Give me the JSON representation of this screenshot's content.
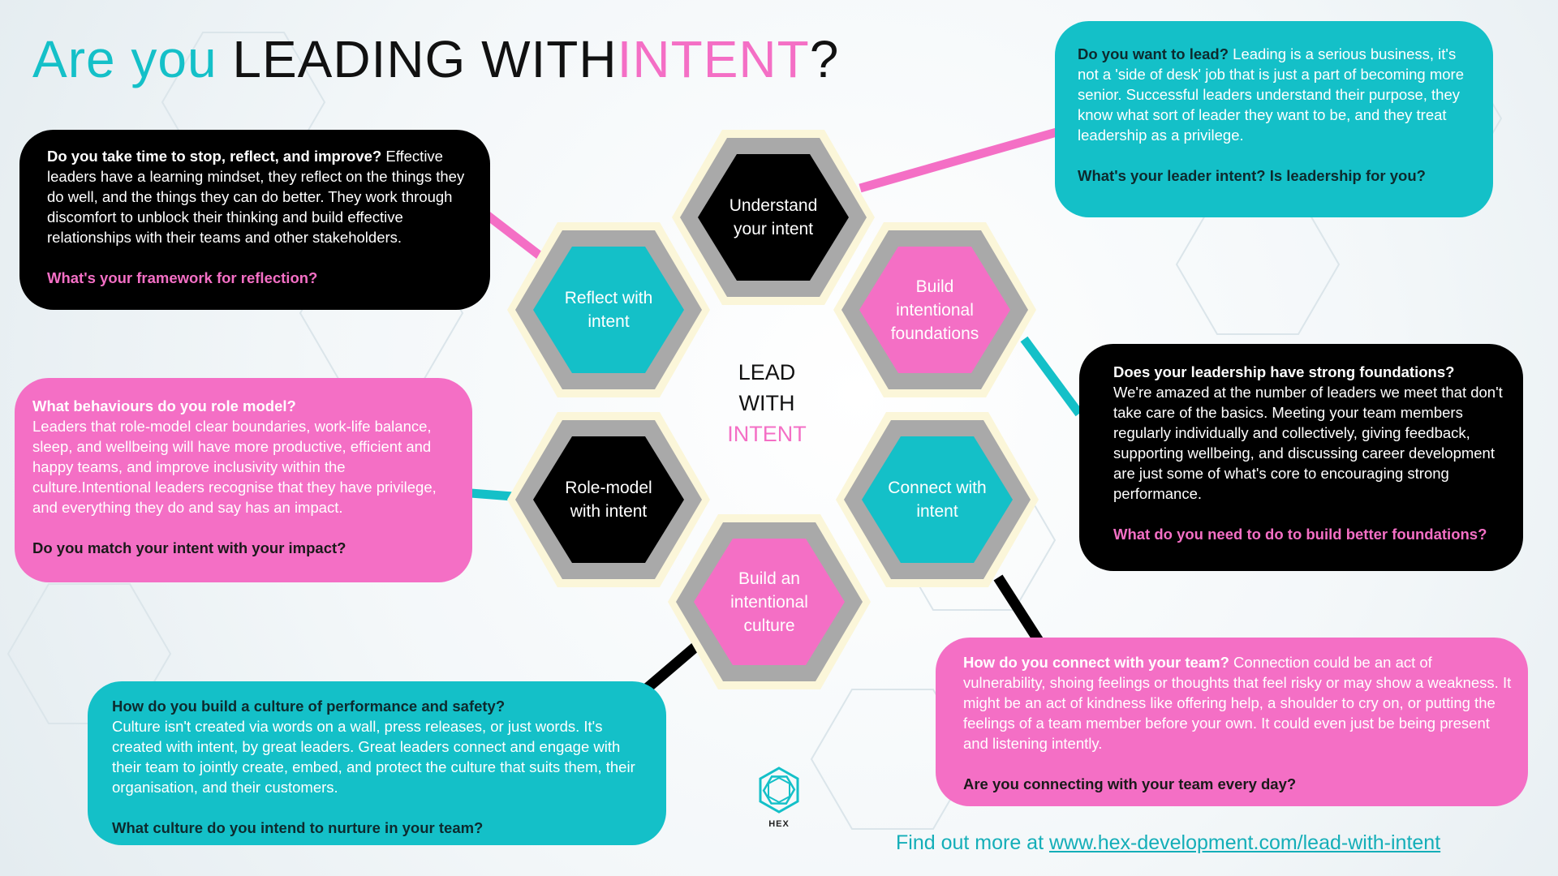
{
  "title": {
    "part1": "Are you",
    "part2": "LEADING WITH",
    "part3": "INTENT",
    "part4": "?"
  },
  "center": {
    "line1": "LEAD",
    "line2": "WITH",
    "line3": "INTENT"
  },
  "hexes": [
    {
      "label": "Understand your intent",
      "fill": "#000000"
    },
    {
      "label": "Reflect with intent",
      "fill": "#14c0c8"
    },
    {
      "label": "Build intentional foundations",
      "fill": "#f46fc5"
    },
    {
      "label": "Role-model with intent",
      "fill": "#000000"
    },
    {
      "label": "Connect with intent",
      "fill": "#14c0c8"
    },
    {
      "label": "Build an intentional culture",
      "fill": "#f46fc5"
    }
  ],
  "cards": {
    "reflect": {
      "q": "Do you take time to stop, reflect, and improve?",
      "body": "Effective leaders have a learning mindset, they reflect on the things they do well, and the things they can do better. They work through discomfort to unblock their thinking and build effective relationships with their teams and other stakeholders.",
      "ask": "What's your framework for reflection?"
    },
    "lead": {
      "q": "Do you want to lead?",
      "body": "Leading is a serious business, it's not a 'side of desk' job that is just a part of becoming more senior. Successful leaders understand their purpose, they know what sort of leader they want to be, and they treat leadership as a privilege.",
      "ask": "What's your leader intent? Is leadership for you?"
    },
    "rolemodel": {
      "q": "What behaviours do you role model?",
      "body": "Leaders that role-model clear boundaries, work-life balance, sleep, and wellbeing will have more productive, efficient and happy teams, and improve inclusivity within the culture.Intentional leaders recognise that they have privilege, and everything they do and say has an impact.",
      "ask": "Do you match your intent with your impact?"
    },
    "foundations": {
      "q": "Does your leadership have strong foundations?",
      "body": "We're amazed at the number of leaders we meet that don't take care of the basics. Meeting your team members regularly individually and collectively, giving feedback, supporting wellbeing, and discussing career development are just some of what's core to encouraging strong performance.",
      "ask": "What do you need to do to build better foundations?"
    },
    "culture": {
      "q": "How do you build a culture of performance and safety?",
      "body": " Culture isn't created via words on a wall, press releases, or just words. It's created with intent, by great leaders.  Great leaders connect and engage with their team to jointly create, embed, and protect the culture that suits them, their organisation, and their customers.",
      "ask": "What culture do you intend to nurture in your team?"
    },
    "connect": {
      "q": "How do you connect with your team?",
      "body": "Connection could be an act of vulnerability, shoing  feelings or thoughts that feel risky or may show a weakness. It might be an act of kindness like offering help, a shoulder to cry on, or  putting the feelings of a team member before your own. It could even just be being present and listening intently.",
      "ask": "Are you connecting with your team every day?"
    }
  },
  "logo": {
    "text": "HEX"
  },
  "footer": {
    "prefix": "Find out more at ",
    "link": "www.hex-development.com/lead-with-intent"
  },
  "colors": {
    "cyan": "#14c0c8",
    "pink": "#f46fc5",
    "black": "#000000"
  }
}
